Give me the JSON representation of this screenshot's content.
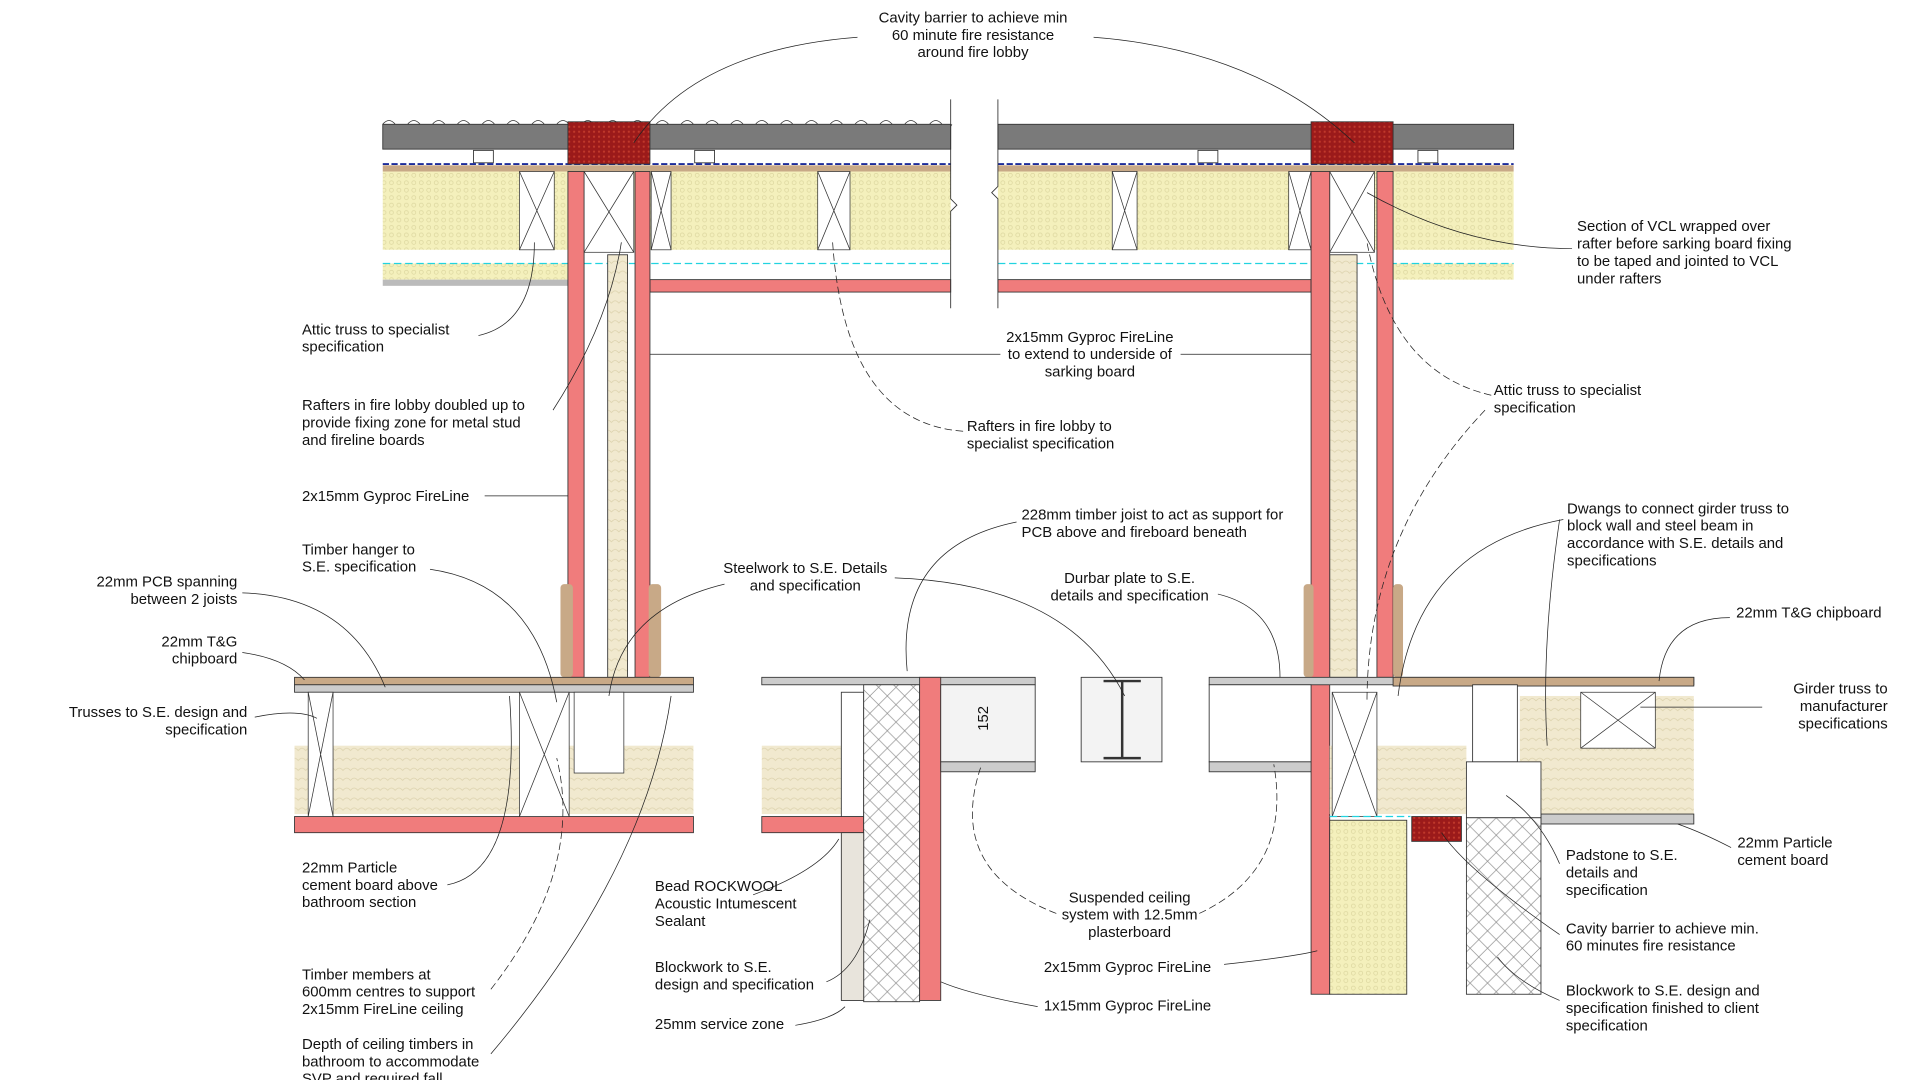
{
  "colors": {
    "fireline": "#f07c7c",
    "insulation": "#f4f0bc",
    "mineral_wool": "#f1e9cf",
    "cavity_barrier": "#9b1a1a",
    "sarking": "#7a7a7a",
    "chipboard": "#c8a987",
    "vcl": "#22d3e0",
    "blockwork": "#ffffff",
    "steel": "#e6e6e6"
  },
  "dimension": "152",
  "labels": {
    "cavity_barrier_top": [
      "Cavity barrier to achieve min",
      "60 minute fire resistance",
      "around fire lobby"
    ],
    "vcl_section": [
      "Section of VCL wrapped over",
      "rafter before sarking board fixing",
      "to be taped and jointed to VCL",
      "under rafters"
    ],
    "attic_truss_left": [
      "Attic truss to specialist",
      "specification"
    ],
    "fireline_extend": [
      "2x15mm Gyproc FireLine",
      "to extend to underside of",
      "sarking board"
    ],
    "rafters_doubled": [
      "Rafters in fire lobby doubled up to",
      "provide fixing zone for metal stud",
      "and fireline boards"
    ],
    "rafters_specialist": [
      "Rafters in fire lobby to",
      "specialist specification"
    ],
    "attic_truss_right": [
      "Attic truss to specialist",
      "specification"
    ],
    "fireline_left": [
      "2x15mm Gyproc FireLine"
    ],
    "timber_joist_228": [
      "228mm timber joist to act as support for",
      "PCB above and fireboard beneath"
    ],
    "dwangs": [
      "Dwangs to connect girder truss to",
      "block wall and steel beam in",
      "accordance with S.E. details and",
      "specifications"
    ],
    "timber_hanger": [
      "Timber hanger to",
      "S.E. specification"
    ],
    "steelwork": [
      "Steelwork to S.E. Details",
      "and specification"
    ],
    "durbar_plate": [
      "Durbar plate to S.E.",
      "details and specification"
    ],
    "pcb_22mm": [
      "22mm PCB spanning",
      "between 2 joists"
    ],
    "tg_chipboard_right": [
      "22mm T&G chipboard"
    ],
    "tg_chipboard_left": [
      "22mm T&G",
      "chipboard"
    ],
    "girder_truss": [
      "Girder truss to",
      "manufacturer",
      "specifications"
    ],
    "trusses": [
      "Trusses to S.E. design and",
      "specification"
    ],
    "particle_board_right": [
      "22mm Particle",
      "cement board"
    ],
    "padstone": [
      "Padstone to S.E.",
      "details and",
      "specification"
    ],
    "particle_board_left": [
      "22mm Particle",
      "cement board above",
      "bathroom section"
    ],
    "rockwool": [
      "Bead ROCKWOOL",
      "Acoustic Intumescent",
      "Sealant"
    ],
    "suspended_ceiling": [
      "Suspended ceiling",
      "system with 12.5mm",
      "plasterboard"
    ],
    "cavity_barrier_right": [
      "Cavity barrier to achieve min.",
      "60 minutes fire resistance"
    ],
    "fireline_2x_bottom": [
      "2x15mm Gyproc FireLine"
    ],
    "blockwork_mid": [
      "Blockwork to S.E.",
      "design and specification"
    ],
    "timber_members": [
      "Timber members at",
      "600mm centres to support",
      "2x15mm FireLine ceiling"
    ],
    "blockwork_right": [
      "Blockwork to S.E. design and",
      "specification finished to client",
      "specification"
    ],
    "fireline_1x": [
      "1x15mm Gyproc FireLine"
    ],
    "service_zone": [
      "25mm service zone"
    ],
    "ceiling_depth": [
      "Depth of ceiling timbers in",
      "bathroom to accommodate",
      "SVP and required fall"
    ]
  }
}
